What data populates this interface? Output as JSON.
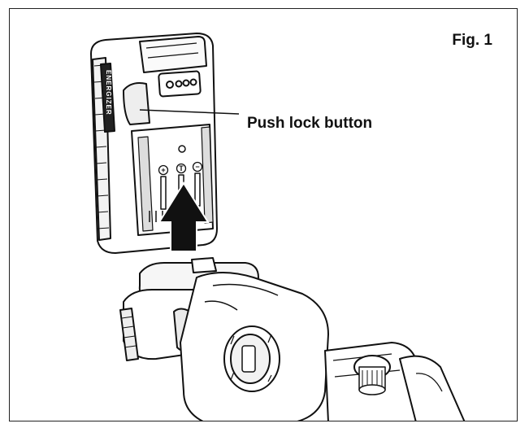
{
  "figure": {
    "label": "Fig. 1",
    "callout": "Push lock button",
    "battery_brand": "ENERGIZER"
  },
  "terminals": [
    "+",
    "T",
    "−"
  ],
  "colors": {
    "line": "#111111",
    "background": "#ffffff",
    "arrow": "#111111"
  }
}
